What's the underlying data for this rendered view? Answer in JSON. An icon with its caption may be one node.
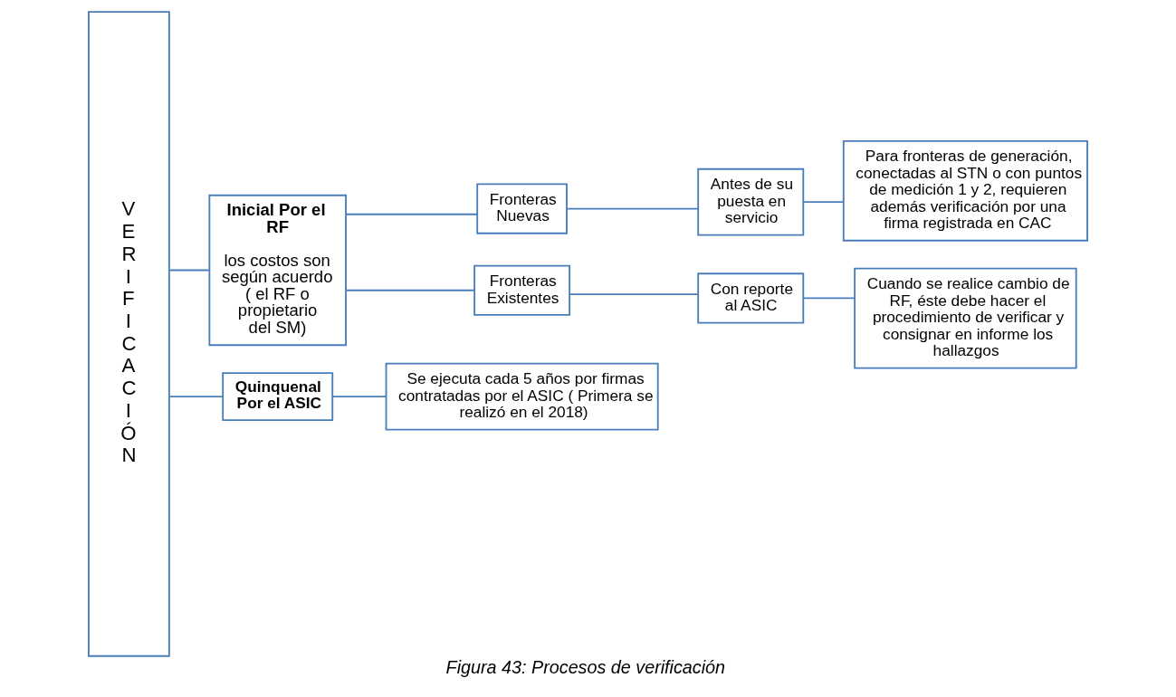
{
  "diagram": {
    "caption": "Figura 43: Procesos de verificación",
    "nodes": [
      {
        "text": [
          "VERIFICACIÓN"
        ]
      },
      {
        "text": [
          "Inicial Por el RF",
          "los costos son según acuerdo ( el RF o propietario del SM)"
        ]
      },
      {
        "text": [
          "Fronteras Nuevas"
        ]
      },
      {
        "text": [
          "Antes de su puesta en servicio"
        ]
      },
      {
        "text": [
          "Para fronteras de generación, conectadas al STN o con puntos de medición 1 y 2, requieren además verificación por una firma registrada en CAC"
        ]
      },
      {
        "text": [
          "Fronteras Existentes"
        ]
      },
      {
        "text": [
          "Con reporte al ASIC"
        ]
      },
      {
        "text": [
          "Cuando se realice cambio de RF, éste debe hacer el procedimiento de verificar y consignar en informe los hallazgos"
        ]
      },
      {
        "text": [
          "Quinquenal Por el ASIC"
        ]
      },
      {
        "text": [
          "Se ejecuta cada 5 años por firmas contratadas por el ASIC ( Primera se realizó en el 2018)"
        ]
      }
    ],
    "edges": [
      {
        "from": 0,
        "to": 1,
        "arrow": "none"
      },
      {
        "from": 0,
        "to": 8,
        "arrow": "none"
      },
      {
        "from": 1,
        "to": 2,
        "arrow": "none"
      },
      {
        "from": 1,
        "to": 5,
        "arrow": "none"
      },
      {
        "from": 2,
        "to": 3,
        "arrow": "none"
      },
      {
        "from": 3,
        "to": 4,
        "arrow": "none"
      },
      {
        "from": 5,
        "to": 6,
        "arrow": "none"
      },
      {
        "from": 6,
        "to": 7,
        "arrow": "none"
      },
      {
        "from": 8,
        "to": 9,
        "arrow": "none"
      }
    ]
  }
}
